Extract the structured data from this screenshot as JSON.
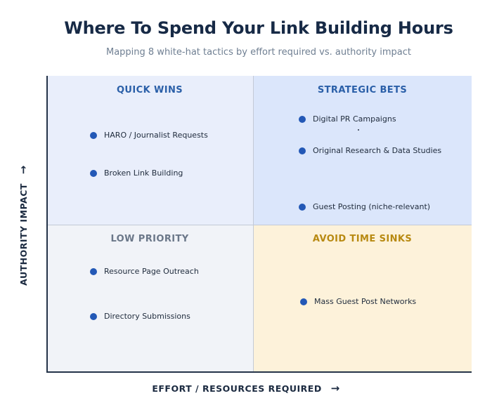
{
  "header": {
    "title": "Where To Spend Your Link Building Hours",
    "subtitle": "Mapping 8 white-hat tactics by effort required vs. authority impact"
  },
  "axes": {
    "x_label": "EFFORT / RESOURCES REQUIRED",
    "x_arrow": "→",
    "y_label": "AUTHORITY IMPACT",
    "y_arrow": "→"
  },
  "quadrants": {
    "top_left": {
      "label": "QUICK WINS",
      "items": [
        "HARO / Journalist Requests",
        "Broken Link Building"
      ]
    },
    "top_right": {
      "label": "STRATEGIC BETS",
      "items": [
        "Digital PR Campaigns",
        "Original Research & Data Studies",
        "Guest Posting (niche-relevant)"
      ]
    },
    "bottom_left": {
      "label": "LOW PRIORITY",
      "items": [
        "Resource Page Outreach",
        "Directory Submissions"
      ]
    },
    "bottom_right": {
      "label": "AVOID TIME SINKS",
      "items": [
        "Mass Guest Post Networks"
      ]
    }
  },
  "colors": {
    "accent_blue": "#2a5fa8",
    "dot_blue": "#2358b6",
    "gold": "#b88a12",
    "quick_wins_bg": "#e9eefb",
    "strategic_bets_bg": "#dbe6fb",
    "low_priority_bg": "#f1f3f8",
    "avoid_bg": "#fdf2da"
  }
}
